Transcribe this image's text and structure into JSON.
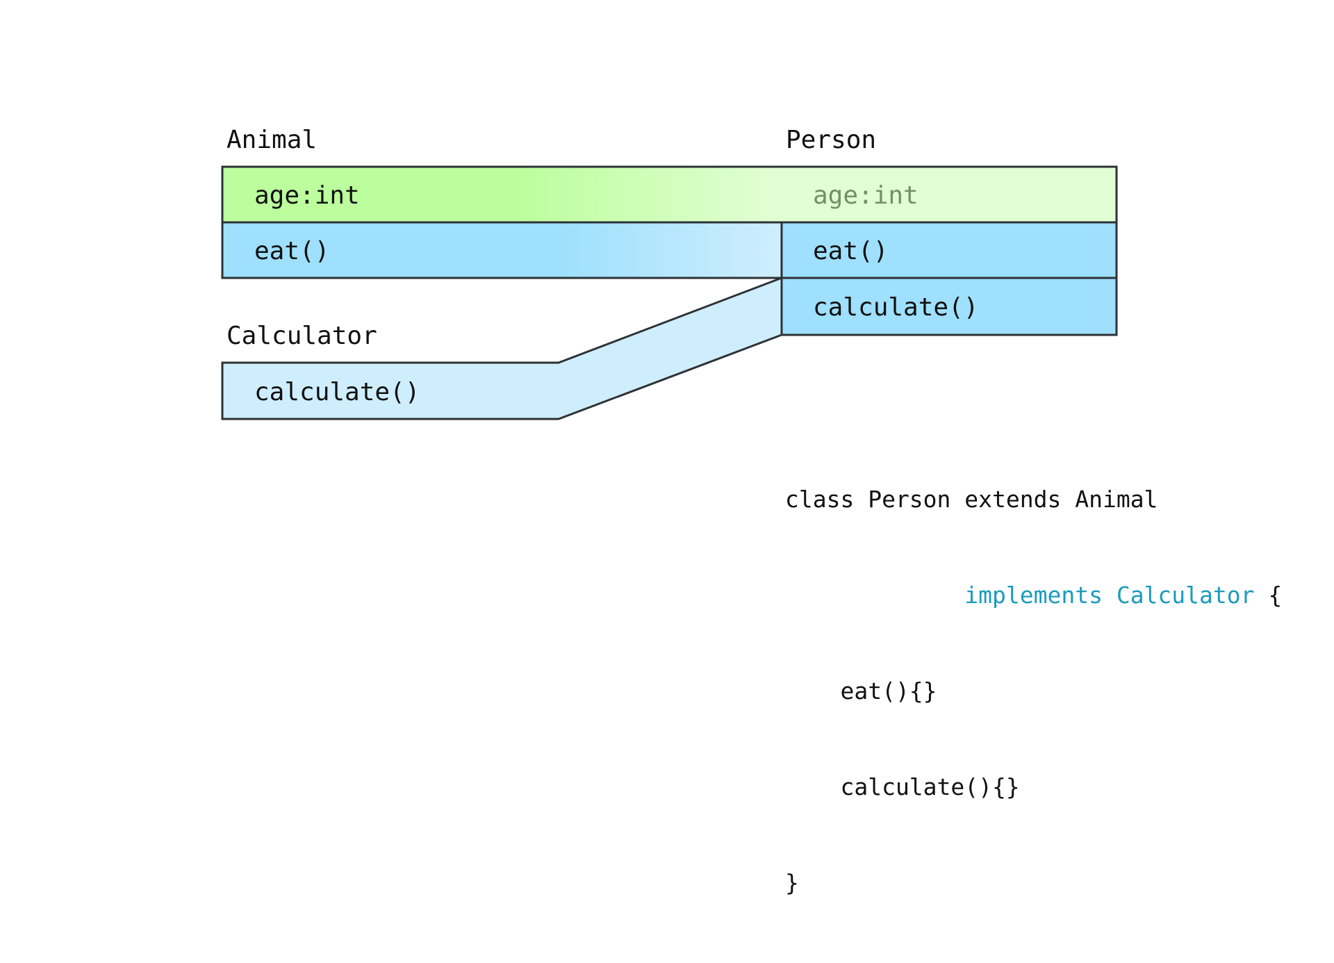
{
  "colors": {
    "green": "#bcfe9d",
    "green_light": "#e1fed4",
    "blue": "#9ee0fd",
    "blue_light": "#cfeefd",
    "border": "#2d3236",
    "faded_text": "#6e9268",
    "accent": "#1a9bbd"
  },
  "animal": {
    "title": "Animal",
    "field": "age:int",
    "method": "eat()"
  },
  "person": {
    "title": "Person",
    "field": "age:int",
    "method_eat": "eat()",
    "method_calculate": "calculate()"
  },
  "calculator": {
    "title": "Calculator",
    "method": "calculate()"
  },
  "code": {
    "line1": "class Person extends Animal",
    "line2_indent": "             ",
    "line2_accent": "implements Calculator",
    "line2_brace": " {",
    "line3": "    eat(){}",
    "line4": "    calculate(){}",
    "line5": "}"
  }
}
